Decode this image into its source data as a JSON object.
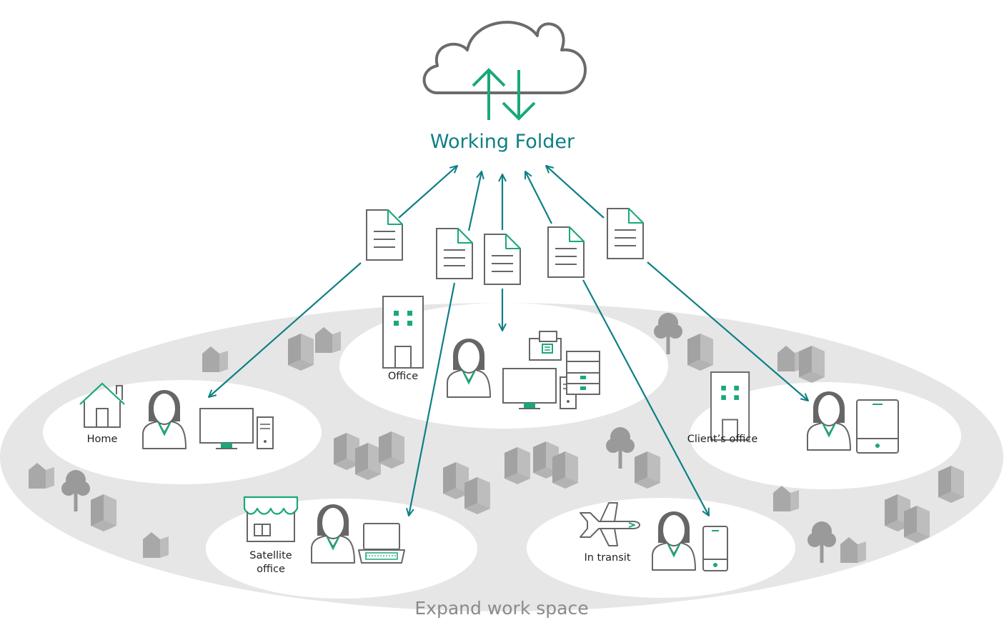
{
  "title": "Working Folder",
  "footer": "Expand work space",
  "locations": {
    "home": "Home",
    "office": "Office",
    "client": "Client’s office",
    "satellite_1": "Satellite",
    "satellite_2": "office",
    "transit": "In transit"
  },
  "colors": {
    "accent_green": "#1aa87a",
    "arrow_teal": "#0e7f86",
    "outline_gray": "#666666",
    "ground_gray": "#e6e6e6",
    "building_gray": "#b5b5b5"
  },
  "icons": [
    "cloud-icon",
    "upload-arrow-icon",
    "download-arrow-icon",
    "document-icon",
    "person-icon",
    "desktop-pc-icon",
    "office-building-icon",
    "house-icon",
    "store-icon",
    "laptop-icon",
    "smartphone-icon",
    "tablet-icon",
    "airplane-icon",
    "fax-icon",
    "copier-icon",
    "tree-icon",
    "block-building-icon"
  ]
}
